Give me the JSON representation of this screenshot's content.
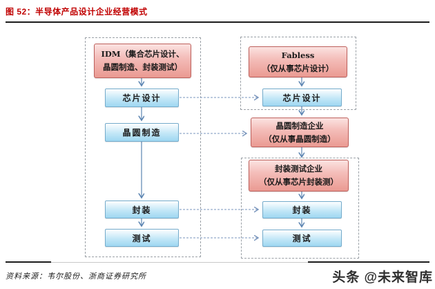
{
  "title": "图 52：半导体产品设计企业经营模式",
  "footer": {
    "source": "资料来源：韦尔股份、浙商证券研究所",
    "watermark": "头条 @未来智库"
  },
  "colors": {
    "title_red": "#c00000",
    "pink_box_top": "#fbe3e1",
    "pink_box_bottom": "#ea9a92",
    "pink_box_border": "#bd5f5b",
    "blue_box_top": "#fdfeff",
    "blue_box_bottom": "#9ed7f1",
    "blue_box_border": "#74abcb",
    "arrow_solid": "#5b84b1",
    "arrow_dashed": "#7a96bd",
    "dashed_container_border": "#9aa0a6"
  },
  "diagram": {
    "idm": {
      "header_line1": "IDM（集合芯片设计、",
      "header_line2": "晶圆制造、封装测试）",
      "steps": [
        "芯片设计",
        "晶圆制造",
        "封装",
        "测试"
      ]
    },
    "fabless": {
      "header_line1": "Fabless",
      "header_line2": "（仅从事芯片设计）",
      "design": "芯片设计",
      "foundry_line1": "晶圆制造企业",
      "foundry_line2": "（仅从事晶圆制造）",
      "osat_line1": "封装测试企业",
      "osat_line2": "（仅从事芯片封装测）",
      "package": "封装",
      "test": "测试"
    }
  }
}
